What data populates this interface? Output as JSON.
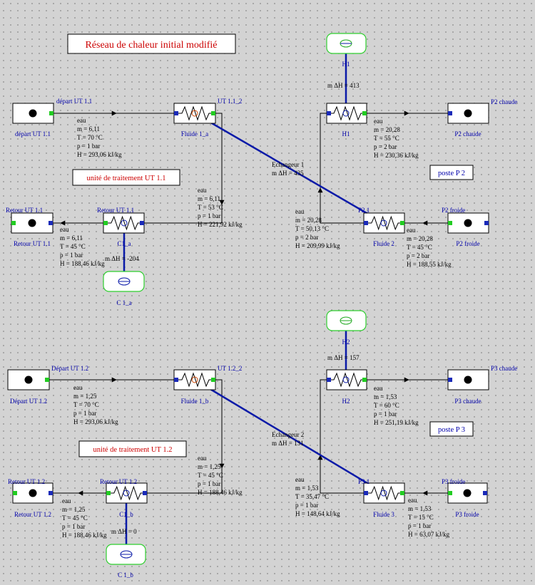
{
  "title": "Réseau de chaleur initial modifié",
  "labels": {
    "unite_1": "unité de traitement UT 1.1",
    "unite_2": "unité de traitement UT 1.2",
    "poste_p2": "poste P 2",
    "poste_p3": "poste P 3"
  },
  "nodes": {
    "depart_11": {
      "top": "départ UT 1.1",
      "bottom": "départ UT 1.1"
    },
    "retour_11": {
      "top": "Retour UT 1.1",
      "bottom": "Retour UT 1.1"
    },
    "p2_chaude": {
      "top": "P2 chaude",
      "bottom": "P2 chaude"
    },
    "p2_froide": {
      "top": "P2 froide",
      "bottom": "P2 froide"
    },
    "depart_12": {
      "top": "Départ UT 1.2",
      "bottom": "Départ UT 1.2"
    },
    "retour_12": {
      "top": "Retour UT 1.2",
      "bottom": "Retour UT 1.2"
    },
    "p3_chaude": {
      "top": "P3 chaude",
      "bottom": "P3 chaude"
    },
    "p3_froide": {
      "top": "P3 froide",
      "bottom": "P3 froide"
    }
  },
  "exchangers": {
    "ut11": {
      "top": "UT 1.1_2",
      "bottom": "Fluide 1_a"
    },
    "c1a": {
      "top": "Retour UT 1.1",
      "bottom": "C1_a"
    },
    "h1": {
      "top": "",
      "bottom": "H1"
    },
    "p21": {
      "top": "P2 1",
      "bottom": "Fluide 2"
    },
    "ut12": {
      "top": "UT 1.2_2",
      "bottom": "Fluide 1_b"
    },
    "c1b": {
      "top": "Retour UT 1.2",
      "bottom": "C1_b"
    },
    "h2": {
      "top": "",
      "bottom": "H2"
    },
    "p31": {
      "top": "P3 1",
      "bottom": "Fluide 3"
    }
  },
  "utilities": {
    "h1_top": "H1",
    "c1a_bottom": "C 1_a",
    "h2_top": "H2",
    "c1b_bottom": "C 1_b"
  },
  "annotations": {
    "h1_dh": "m ΔH = 413",
    "c1a_dh": "m ΔH = -204",
    "h2_dh": "m ΔH = 157",
    "c1b_dh": "m ΔH = 0",
    "ech1": [
      "Echangeur 1",
      "m ΔH = 435"
    ],
    "ech2": [
      "Echangeur 2",
      "m ΔH = 131"
    ]
  },
  "streams": {
    "s1": [
      "eau",
      "m = 6,11",
      "T = 70 °C",
      "p = 1 bar",
      "H = 293,06 kJ/kg"
    ],
    "s2": [
      "eau",
      "m = 6,11",
      "T = 53 °C",
      "p = 1 bar",
      "H = 221,92 kJ/kg"
    ],
    "s3": [
      "eau",
      "m = 6,11",
      "T = 45 °C",
      "p = 1 bar",
      "H = 188,46 kJ/kg"
    ],
    "s4": [
      "eau",
      "m = 20,28",
      "T = 55 °C",
      "p = 2 bar",
      "H = 230,36 kJ/kg"
    ],
    "s5": [
      "eau",
      "m = 20,28",
      "T = 50,13 °C",
      "p = 2 bar",
      "H = 209,99 kJ/kg"
    ],
    "s6": [
      "eau",
      "m = 20,28",
      "T = 45 °C",
      "p = 2 bar",
      "H = 188,55 kJ/kg"
    ],
    "s7": [
      "eau",
      "m = 1,25",
      "T = 70 °C",
      "p = 1 bar",
      "H = 293,06 kJ/kg"
    ],
    "s8": [
      "eau",
      "m = 1,25",
      "T = 45 °C",
      "p = 1 bar",
      "H = 188,46 kJ/kg"
    ],
    "s9": [
      "eau",
      "m = 1,25",
      "T = 45 °C",
      "p = 1 bar",
      "H = 188,46 kJ/kg"
    ],
    "s10": [
      "eau",
      "m = 1,53",
      "T = 60 °C",
      "p = 1 bar",
      "H = 251,19 kJ/kg"
    ],
    "s11": [
      "eau",
      "m = 1,53",
      "T = 35,47 °C",
      "p = 1 bar",
      "H = 148,64 kJ/kg"
    ],
    "s12": [
      "eau",
      "m = 1,53",
      "T = 15 °C",
      "p = 1 bar",
      "H = 63,07 kJ/kg"
    ]
  },
  "colors": {
    "link": "#0a1aa8",
    "utility_border": "#2fcf2f",
    "title_text": "#cc0000",
    "node_label": "#0000aa",
    "port_in": "#1a2ab8",
    "port_out": "#22cc22"
  }
}
